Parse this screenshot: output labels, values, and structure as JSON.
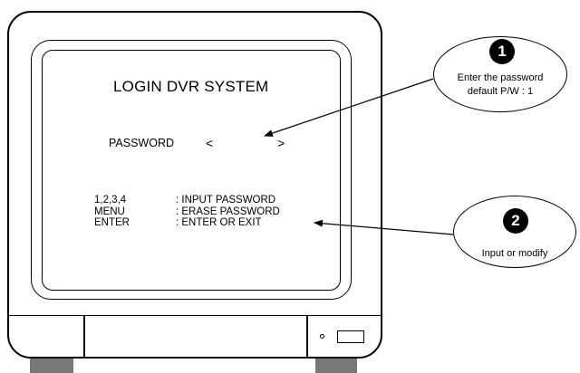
{
  "screen": {
    "title": "LOGIN DVR SYSTEM",
    "password_label": "PASSWORD",
    "password_open": "<",
    "password_value": "",
    "password_close": ">",
    "keys": [
      {
        "key": "1,2,3,4",
        "action": ": INPUT PASSWORD"
      },
      {
        "key": "MENU",
        "action": ": ERASE PASSWORD"
      },
      {
        "key": "ENTER",
        "action": ": ENTER OR EXIT"
      }
    ]
  },
  "callouts": [
    {
      "number": "1",
      "lines": [
        "Enter the password",
        "default P/W :  1"
      ]
    },
    {
      "number": "2",
      "lines": [
        "Input or modify"
      ]
    }
  ],
  "colors": {
    "foot": "#777777",
    "badge": "#000000"
  }
}
